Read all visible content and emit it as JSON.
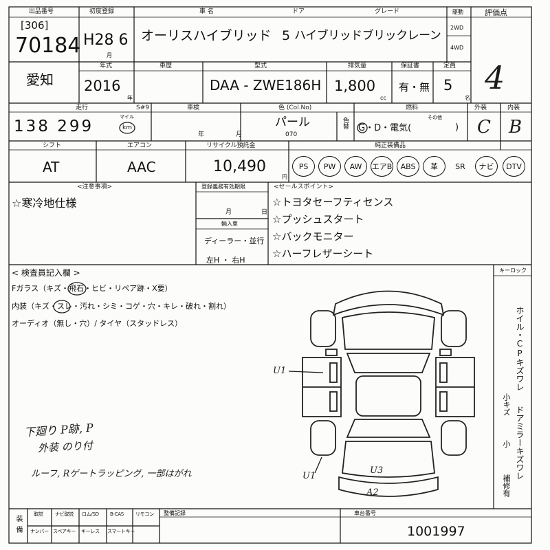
{
  "lot": {
    "label": "出品番号",
    "bracket": "[306]",
    "number": "70184"
  },
  "first_registration": {
    "label": "初度登録",
    "value": "H28 6",
    "month_unit": "月"
  },
  "car": {
    "name_label": "車 名",
    "door_label": "ドア",
    "grade_label": "グレード",
    "name": "オーリスハイブリッド",
    "door": "5",
    "grade": "ハイブリッドブリックレーン"
  },
  "drive": {
    "label": "駆動",
    "option_2wd": "2WD",
    "option_4wd": "4WD"
  },
  "score": {
    "label": "評価点",
    "value": "4"
  },
  "region": "愛知",
  "model_year": {
    "label": "年式",
    "value": "2016",
    "unit": "年"
  },
  "history": {
    "label": "車歴"
  },
  "model_code": {
    "label": "型式",
    "value": "DAA - ZWE186H"
  },
  "displacement": {
    "label": "排気量",
    "value": "1,800",
    "unit": "cc"
  },
  "warranty": {
    "label": "保証書",
    "value": "有・無"
  },
  "capacity": {
    "label": "定員",
    "value": "5",
    "unit": "名"
  },
  "mileage": {
    "label": "走行",
    "code": "S#9",
    "value": "138 299",
    "unit_mile": "マイル",
    "unit_km": "km"
  },
  "inspection": {
    "label": "車検",
    "year_unit": "年",
    "month_unit": "月"
  },
  "color": {
    "label": "色 (Col.No)",
    "value": "パール",
    "code": "070",
    "change_label": "色替"
  },
  "fuel": {
    "label": "燃料",
    "other_label": "その他",
    "options": "G・D・電気(",
    "close": ")"
  },
  "exterior": {
    "label": "外装",
    "value": "C"
  },
  "interior": {
    "label": "内装",
    "value": "B"
  },
  "shift": {
    "label": "シフト",
    "value": "AT"
  },
  "aircon": {
    "label": "エアコン",
    "value": "AAC"
  },
  "recycle": {
    "label": "リサイクル預託金",
    "value": "10,490",
    "unit": "円"
  },
  "equipment": {
    "label": "純正装備品",
    "items": [
      {
        "label": "PS",
        "circled": true
      },
      {
        "label": "PW",
        "circled": true
      },
      {
        "label": "AW",
        "circled": true
      },
      {
        "label": "エアB",
        "circled": true
      },
      {
        "label": "ABS",
        "circled": true
      },
      {
        "label": "革",
        "circled": true
      },
      {
        "label": "SR",
        "circled": false
      },
      {
        "label": "ナビ",
        "circled": true
      },
      {
        "label": "DTV",
        "circled": true
      }
    ]
  },
  "notes": {
    "label": "<注意事項>",
    "items": [
      "☆寒冷地仕様"
    ]
  },
  "registration_deadline": {
    "label": "登録義務有効期限",
    "month_unit": "月",
    "day_unit": "日"
  },
  "import": {
    "label": "輸入車",
    "dealer": "ディーラー・並行",
    "steering": "左H ・ 右H"
  },
  "sales_points": {
    "label": "<セールスポイント>",
    "items": [
      "☆トヨタセーフティセンス",
      "☆プッシュスタート",
      "☆バックモニター",
      "☆ハーフレザーシート"
    ]
  },
  "inspector": {
    "label": "< 検査員記入欄 >",
    "lines": [
      "Fガラス（キズ・飛石・ヒビ・リペア跡・X要）",
      "内装（キズ・スレ・汚れ・シミ・コゲ・穴・キレ・破れ・割れ）",
      "オーディオ（無し・穴）/ タイヤ（スタッドレス）"
    ],
    "handwritten": [
      "下廻り P跡, P",
      "外装 のり付",
      "ルーフ, Rゲートラッピング, 一部はがれ"
    ],
    "diagram_marks": [
      "U1",
      "U1",
      "U3",
      "A2"
    ]
  },
  "key_lock": "キーロック",
  "side_legend": {
    "wheel": "ホイル・CPキズワレ",
    "small_scratch": "小キズ",
    "mirror": "ドアミラーキズワレ",
    "small": "小",
    "repaired": "補修有"
  },
  "accessories": {
    "label": "装備",
    "top": [
      "取説",
      "ナビ取説",
      "ロム/SD",
      "B-CAS",
      "リモコン"
    ],
    "bottom": [
      "ナンバー",
      "スペアキー",
      "キーレス",
      "スマートキー"
    ]
  },
  "maintenance": {
    "label": "整備記録"
  },
  "chassis": {
    "label": "車台番号",
    "value": "1001997"
  }
}
